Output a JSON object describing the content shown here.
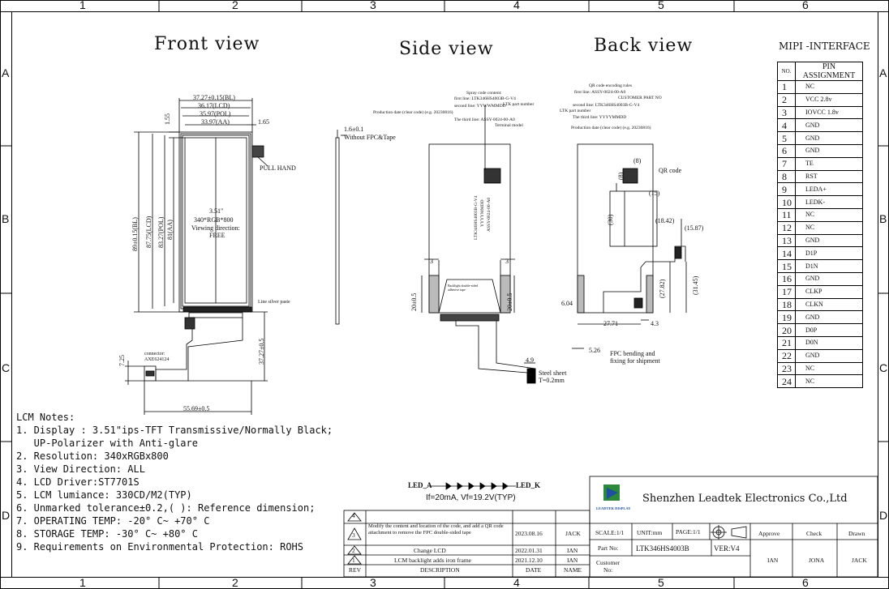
{
  "grid": {
    "top_cols": [
      "1",
      "2",
      "3",
      "4",
      "5",
      "6"
    ],
    "bottom_cols": [
      "1",
      "2",
      "3",
      "4",
      "5",
      "6"
    ],
    "rows": [
      "A",
      "B",
      "C",
      "D"
    ]
  },
  "views": {
    "front": "Front view",
    "side": "Side view",
    "back": "Back view"
  },
  "front": {
    "dim_bl_w": "37.27±0.15(BL)",
    "dim_lcd_w": "36.17(LCD)",
    "dim_pol_w": "35.97(POL)",
    "dim_aa_w": "33.97(AA)",
    "dim_155": "1.55",
    "dim_165": "1.65",
    "pull_hand": "PULL HAND",
    "dim_bl_h": "89±0.15(BL)",
    "dim_lcd_h": "87.75(LCD)",
    "dim_pol_h": "83.27(POL)",
    "dim_aa_h": "81(AA)",
    "size": "3.51\"",
    "resolution": "340*RGB*800",
    "viewing": "Viewing direction:",
    "viewing_value": "FREE",
    "line_silver": "Line silver paste",
    "connector_label": "connector:",
    "connector_model": "AXE624124",
    "dim_725": "7.25",
    "dim_fpc_len": "37.27±0.5",
    "dim_total_w": "55.69±0.5"
  },
  "side": {
    "thickness": "1.6±0.1",
    "without": "Without FPC&Tape",
    "spray_title": "Spray code content:",
    "first_line": "first line: LTK346HS4003B-G-V4",
    "second_line": "second line: YYWWMMDD",
    "ltk_part": "LTK part number",
    "production_date": "Production date (clear code) (e.g. 20230816)",
    "third_line": "The third line: ASSY-0024-00-A0",
    "terminal": "Terminal model",
    "vert1": "LTK346HS4003B-G-V4",
    "vert2": "YYYYMMDD",
    "vert3": "ASSY-0024-00-A0",
    "dim_3a": "3",
    "dim_3b": "3",
    "dim_20a": "20±0.5",
    "dim_20b": "20±0.5",
    "tape_note": "Backlight double-sided adhesive tape",
    "steel": "Steel sheet",
    "steel_t": "T=0.2mm",
    "dim_49": "4.9"
  },
  "back": {
    "qr_rules": "QR code encoding rules",
    "first_line": "first line: ASSY-0024-00-A0",
    "customer_part": "CUSTOMER PART NO",
    "second_line": "second line: LTK346HS4003B-G-V4",
    "ltk_part": "LTK part number",
    "third_line": "The third line: YYYYMMDD",
    "production_date": "Production date (clear code) (e.g. 20230816)",
    "dim_8a": "(8)",
    "dim_8b": "(8)",
    "qr": "QR code",
    "dim_15": "(15)",
    "dim_30": "(30)",
    "dim_1842": "(18.42)",
    "dim_1587": "(15.87)",
    "dim_2782": "(27.82)",
    "dim_3145": "(31.45)",
    "dim_604": "6.04",
    "dim_2771": "27.71",
    "dim_43": "4.3",
    "dim_526": "5.26",
    "fpc_note_1": "FPC bending and",
    "fpc_note_2": "fixing for shipment"
  },
  "pins": {
    "title": "MIPI -INTERFACE",
    "col_no": "NO.",
    "col_assign": "PIN ASSIGNMENT",
    "rows": [
      {
        "no": "1",
        "sig": "NC"
      },
      {
        "no": "2",
        "sig": "VCC 2.8v"
      },
      {
        "no": "3",
        "sig": "IOVCC 1.8v"
      },
      {
        "no": "4",
        "sig": "GND"
      },
      {
        "no": "5",
        "sig": "GND"
      },
      {
        "no": "6",
        "sig": "GND"
      },
      {
        "no": "7",
        "sig": "TE"
      },
      {
        "no": "8",
        "sig": "RST"
      },
      {
        "no": "9",
        "sig": "LEDA+"
      },
      {
        "no": "10",
        "sig": "LEDK-"
      },
      {
        "no": "11",
        "sig": "NC"
      },
      {
        "no": "12",
        "sig": "NC"
      },
      {
        "no": "13",
        "sig": "GND"
      },
      {
        "no": "14",
        "sig": "D1P"
      },
      {
        "no": "15",
        "sig": "D1N"
      },
      {
        "no": "16",
        "sig": "GND"
      },
      {
        "no": "17",
        "sig": "CLKP"
      },
      {
        "no": "18",
        "sig": "CLKN"
      },
      {
        "no": "19",
        "sig": "GND"
      },
      {
        "no": "20",
        "sig": "D0P"
      },
      {
        "no": "21",
        "sig": "D0N"
      },
      {
        "no": "22",
        "sig": "GND"
      },
      {
        "no": "23",
        "sig": "NC"
      },
      {
        "no": "24",
        "sig": "NC"
      }
    ]
  },
  "notes": {
    "title": "LCM Notes:",
    "items": [
      "1. Display : 3.51\"ips-TFT Transmissive/Normally Black;",
      "   UP-Polarizer with Anti-glare",
      "2. Resolution: 340xRGBx800",
      "3. View Direction: ALL",
      "4. LCD Driver:ST7701S",
      "5. LCM lumiance: 330CD/M2(TYP)",
      "6. Unmarked tolerance±0.2,( ): Reference dimension;",
      "7. OPERATING TEMP: -20° C~ +70° C",
      "8. STORAGE TEMP: -30° C~ +80° C",
      "9. Requirements on Environmental Protection: ROHS"
    ]
  },
  "led": {
    "anode": "LED_A",
    "cathode": "LED_K",
    "spec": "If=20mA, Vf=19.2V(TYP)"
  },
  "title_block": {
    "company": "Shenzhen Leadtek Electronics Co.,Ltd",
    "logo_text": "LEADTEK DISPLAY",
    "scale": "SCALE:1/1",
    "unit": "UNIT:mm",
    "page": "PAGE:1/1",
    "approve": "Approve",
    "check": "Check",
    "drawn": "Drawn",
    "part_label": "Part No:",
    "part_no": "LTK346HS4003B",
    "ver": "VER:V4",
    "customer": "Customer",
    "customer_no": "No:",
    "approve_name": "IAN",
    "check_name": "JONA",
    "drawn_name": "JACK",
    "rev_header": "REV",
    "desc_header": "DESCRIPTION",
    "date_header": "DATE",
    "name_header": "NAME",
    "revisions": [
      {
        "rev": "4",
        "desc": "",
        "date": "",
        "name": ""
      },
      {
        "rev": "3",
        "desc": "Modify the content and location of the code, and add a QR code attachment to remove the FPC double-sided tape",
        "date": "2023.08.16",
        "name": "JACK"
      },
      {
        "rev": "2",
        "desc": "Change LCD",
        "date": "2022.01.31",
        "name": "IAN"
      },
      {
        "rev": "1",
        "desc": "LCM backlight adds iron frame",
        "date": "2021.12.10",
        "name": "IAN"
      }
    ]
  }
}
